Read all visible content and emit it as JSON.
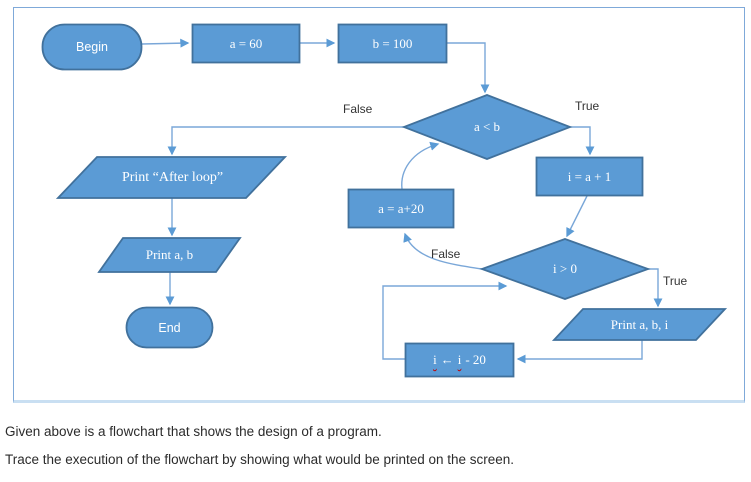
{
  "flowchart": {
    "nodes": {
      "begin": "Begin",
      "set_a": "a = 60",
      "set_b": "b = 100",
      "cond_ab": "a < b",
      "print_after_loop": "Print “After loop”",
      "print_ab": "Print a, b",
      "end": "End",
      "set_i": "i = a + 1",
      "inc_a": "a = a+20",
      "cond_i": "i > 0",
      "print_abi": "Print a, b, i",
      "dec_i": {
        "i1": "i",
        "arrow": "←",
        "i2": "i",
        "tail": "- 20"
      }
    },
    "edge_labels": {
      "ab_false": "False",
      "ab_true": "True",
      "i_false": "False",
      "i_true": "True"
    },
    "colors": {
      "shape_fill": "#5b9bd5",
      "shape_stroke": "#41719c",
      "connector": "#7aa7d8",
      "canvas_border": "#7fa9d9"
    }
  },
  "caption": {
    "line1": "Given above is a flowchart that shows the design of a program.",
    "line2": "Trace the execution of the flowchart by showing what would be printed on the screen."
  }
}
